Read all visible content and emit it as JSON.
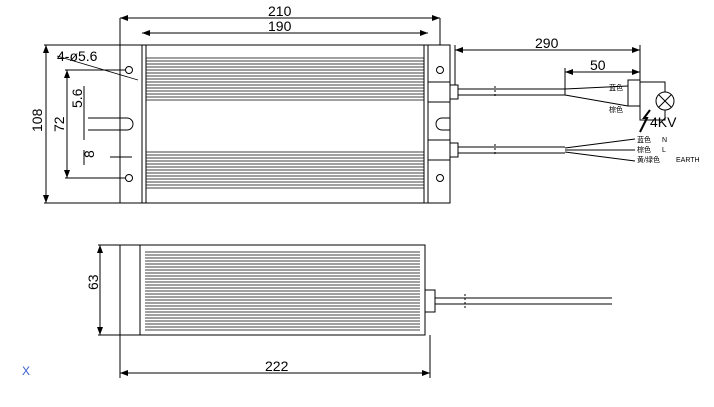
{
  "top_view": {
    "dim_overall_length": "210",
    "dim_body_length": "190",
    "dim_cable_length": "290",
    "dim_lead_length": "50",
    "dim_height": "108",
    "dim_hole_spacing": "72",
    "dim_slot_width": "5.6",
    "dim_slot_depth": "8",
    "hole_callout": "4-ø5.6",
    "wire_blue": "蓝色",
    "wire_brown": "棕色",
    "test_voltage": "4KV",
    "wires": [
      {
        "color": "蓝色",
        "terminal": "N"
      },
      {
        "color": "棕色",
        "terminal": "L"
      },
      {
        "color": "黄/绿色",
        "terminal": "EARTH"
      }
    ]
  },
  "side_view": {
    "dim_total_length": "222",
    "dim_thickness": "63"
  },
  "marker": "X",
  "colors": {
    "line": "#000000",
    "marker": "#3a5fcd"
  }
}
